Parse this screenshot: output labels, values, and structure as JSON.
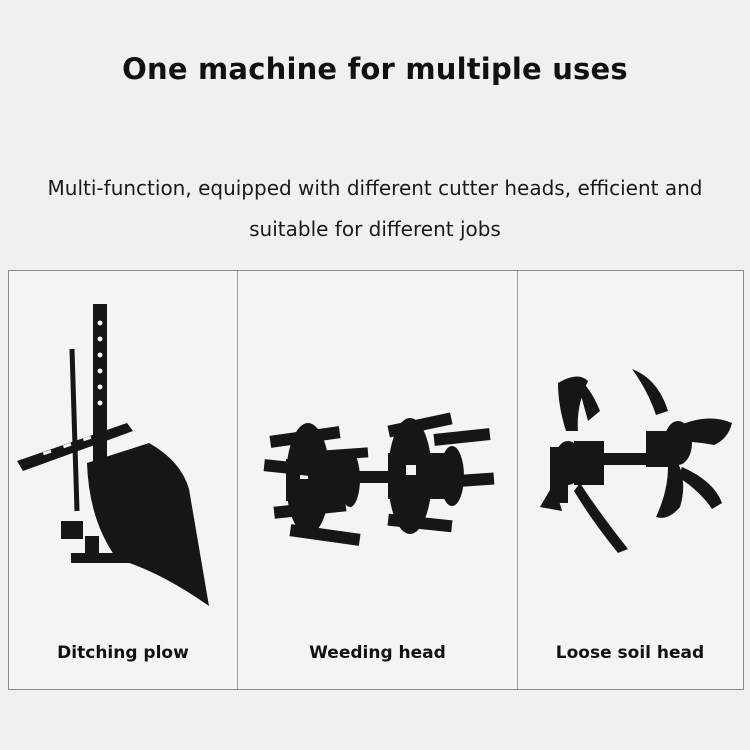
{
  "header": {
    "title": "One machine for multiple uses",
    "subtitle": "Multi-function, equipped with different cutter heads, efficient and suitable for different jobs"
  },
  "panels": [
    {
      "label": "Ditching plow",
      "icon": "ditching-plow-icon"
    },
    {
      "label": "Weeding head",
      "icon": "weeding-head-icon"
    },
    {
      "label": "Loose soil head",
      "icon": "loose-soil-head-icon"
    }
  ],
  "colors": {
    "background": "#f0f0f0",
    "text": "#111111",
    "metal": "#151515",
    "border": "#8a8a8a"
  }
}
